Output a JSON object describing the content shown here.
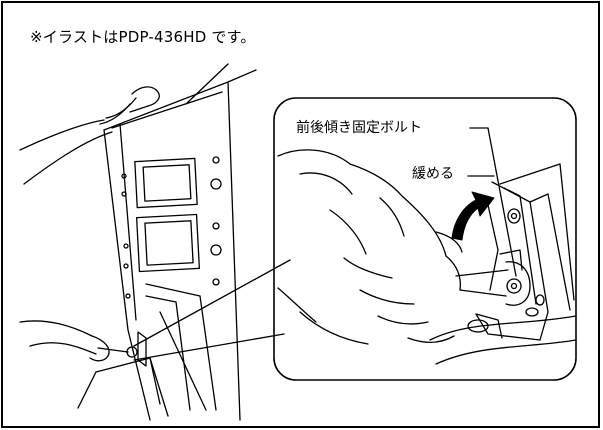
{
  "note_text": "※イラストはPDP-436HD です。",
  "callouts": {
    "bolt_label": "前後傾き固定ボルト",
    "action_label": "緩める"
  },
  "icons": {
    "hand": "hand-icon",
    "wrench": "wrench-icon",
    "bolt": "bolt-icon",
    "arrow": "curved-arrow-icon"
  },
  "colors": {
    "line": "#000000",
    "background": "#ffffff"
  }
}
